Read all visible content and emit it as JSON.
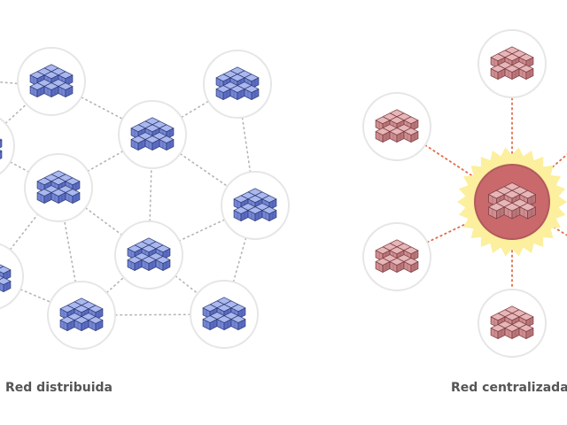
{
  "labels": {
    "distributed": "Red distribuida",
    "centralized": "Red centralizada"
  },
  "colors": {
    "node_ring": "#e6e6e6",
    "link_gray": "#b4b4b4",
    "link_red": "#e06b47",
    "blue_top": "#a9b8ef",
    "blue_left": "#7486d6",
    "blue_right": "#5a6cc4",
    "blue_edge": "#2f3a72",
    "red_top": "#e6b6b8",
    "red_left": "#cf8e91",
    "red_right": "#b9767a",
    "red_edge": "#7a3a3d",
    "hub_fill": "#c9696b",
    "hub_glow": "#fcef9e"
  },
  "distributed_network": {
    "node_icon": "blue-cube-stack-icon",
    "node_count": 11
  },
  "centralized_network": {
    "hub_icon": "red-cube-stack-icon",
    "node_icon": "red-cube-stack-icon",
    "node_count": 6
  }
}
